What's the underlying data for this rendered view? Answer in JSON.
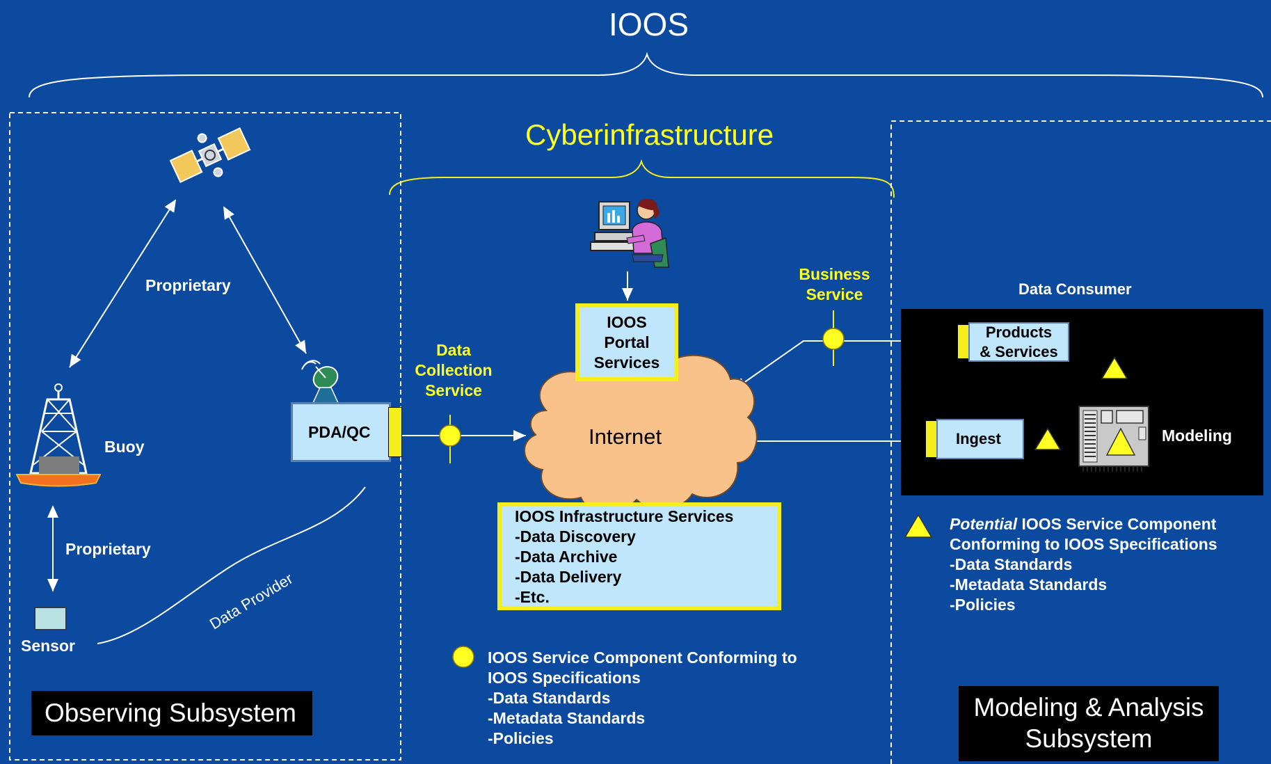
{
  "title": "IOOS",
  "cyber_title": "Cyberinfrastructure",
  "observing": {
    "proprietary_top": "Proprietary",
    "proprietary_bottom": "Proprietary",
    "buoy": "Buoy",
    "sensor": "Sensor",
    "pda_qc": "PDA/QC",
    "data_provider": "Data Provider",
    "subsystem_label": "Observing Subsystem"
  },
  "cyber": {
    "data_collection_lines": [
      "Data",
      "Collection",
      "Service"
    ],
    "portal_lines": [
      "IOOS",
      "Portal",
      "Services"
    ],
    "internet": "Internet",
    "business_lines": [
      "Business",
      "Service"
    ],
    "infra_lines": [
      "IOOS Infrastructure Services",
      "-Data Discovery",
      "-Data Archive",
      "-Data Delivery",
      "-Etc."
    ],
    "legend_circle_lines": [
      "IOOS Service Component Conforming to",
      "IOOS Specifications",
      "-Data Standards",
      "-Metadata Standards",
      "-Policies"
    ]
  },
  "modeling": {
    "data_consumer": "Data Consumer",
    "products_lines": [
      "Products",
      "& Services"
    ],
    "ingest": "Ingest",
    "modeling": "Modeling",
    "legend_potential": "Potential",
    "legend_triangle_first": " IOOS Service Component",
    "legend_triangle_lines": [
      "Conforming to IOOS Specifications",
      "-Data Standards",
      "-Metadata Standards",
      "-Policies"
    ],
    "subsystem_lines": [
      "Modeling & Analysis",
      "Subsystem"
    ]
  },
  "colors": {
    "background": "#0b4a9f",
    "accent_yellow": "#ffff22",
    "box_fill": "#bfe6fb",
    "cloud": "#f9c28a"
  },
  "icons": [
    "satellite-icon",
    "buoy-icon",
    "sensor-icon",
    "dish-antenna-icon",
    "person-at-computer-icon",
    "cloud-icon",
    "modeling-chip-icon"
  ]
}
